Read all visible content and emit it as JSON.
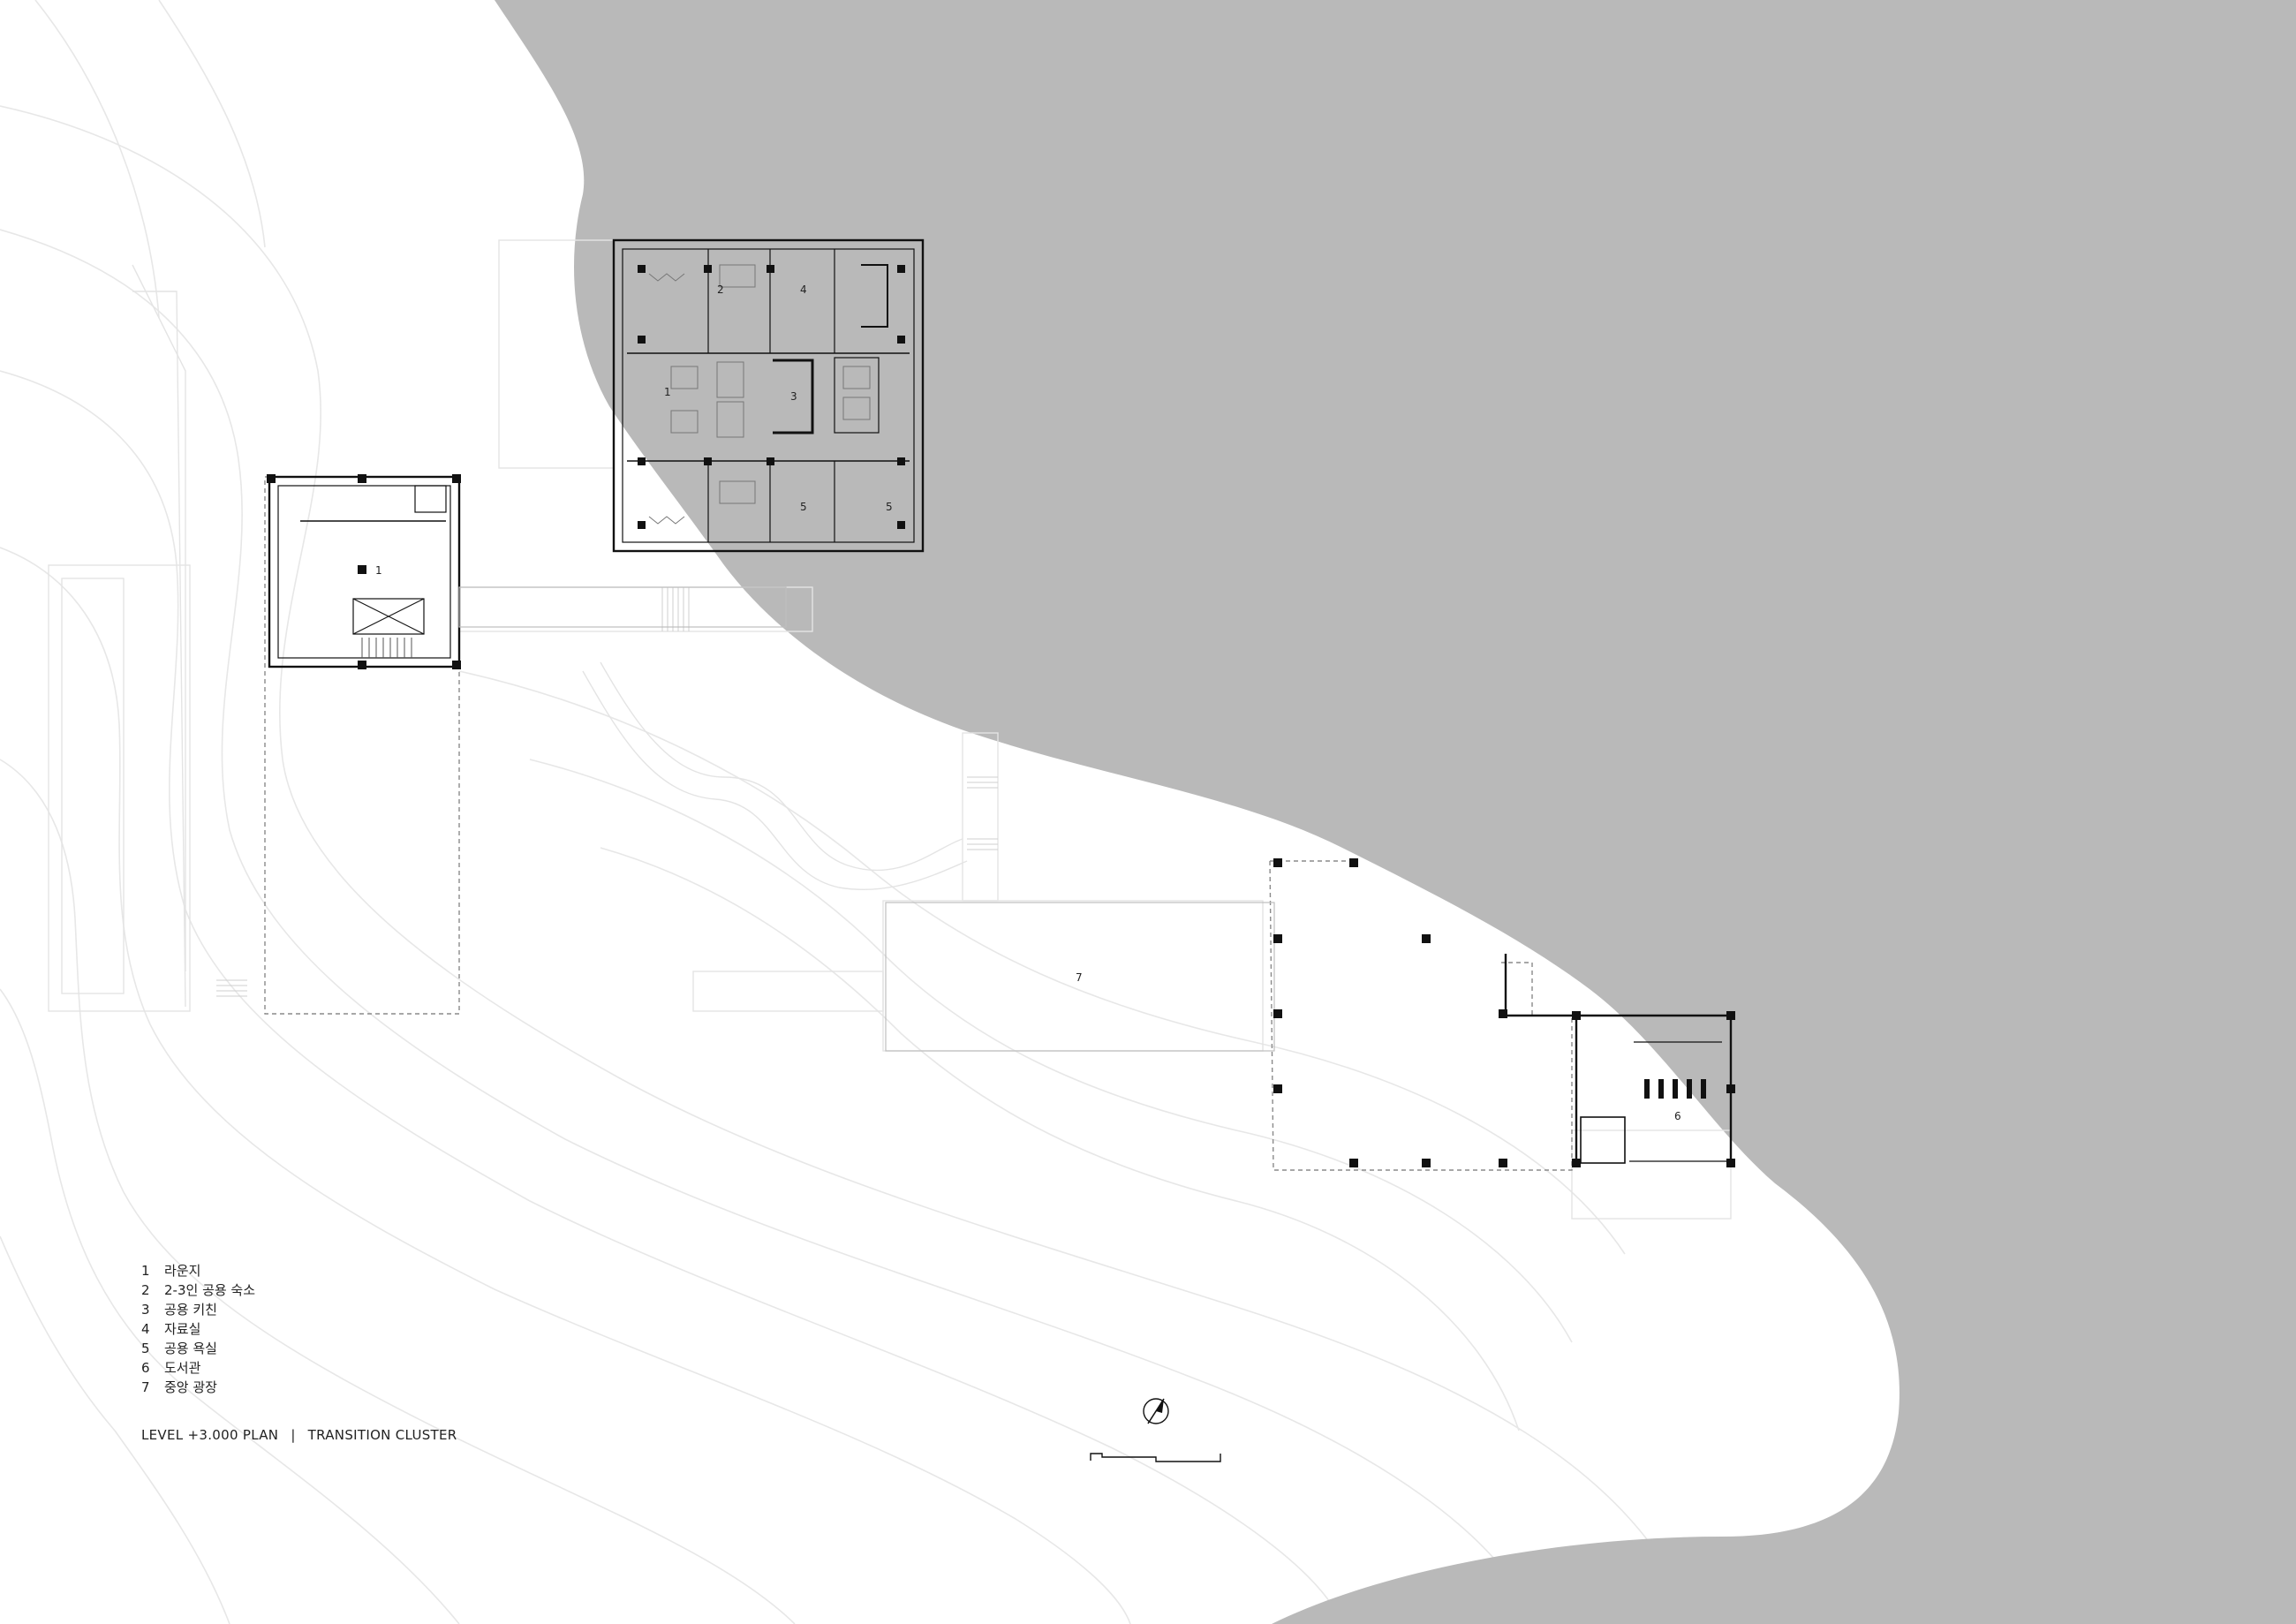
{
  "legend": [
    {
      "num": "1",
      "text": "라운지"
    },
    {
      "num": "2",
      "text": "2-3인 공용 숙소"
    },
    {
      "num": "3",
      "text": "공용 키친"
    },
    {
      "num": "4",
      "text": "자료실"
    },
    {
      "num": "5",
      "text": "공용 욕실"
    },
    {
      "num": "6",
      "text": "도서관"
    },
    {
      "num": "7",
      "text": "중앙 광장"
    }
  ],
  "caption": {
    "level": "LEVEL +3.000 PLAN",
    "separator": "|",
    "cluster": "TRANSITION CLUSTER"
  },
  "room_labels": {
    "lounge_main": "1",
    "dorm": "2",
    "archive": "4",
    "kitchen": "3",
    "bath_a": "5",
    "bath_b": "5",
    "lounge_west": "1",
    "plaza": "7",
    "library": "6"
  },
  "colors": {
    "water": "#b9b9b9",
    "wall": "#111111",
    "contour": "#e6e6e6",
    "dashed": "#888888"
  },
  "icons": [
    "north-arrow-icon",
    "scale-bar-icon"
  ]
}
